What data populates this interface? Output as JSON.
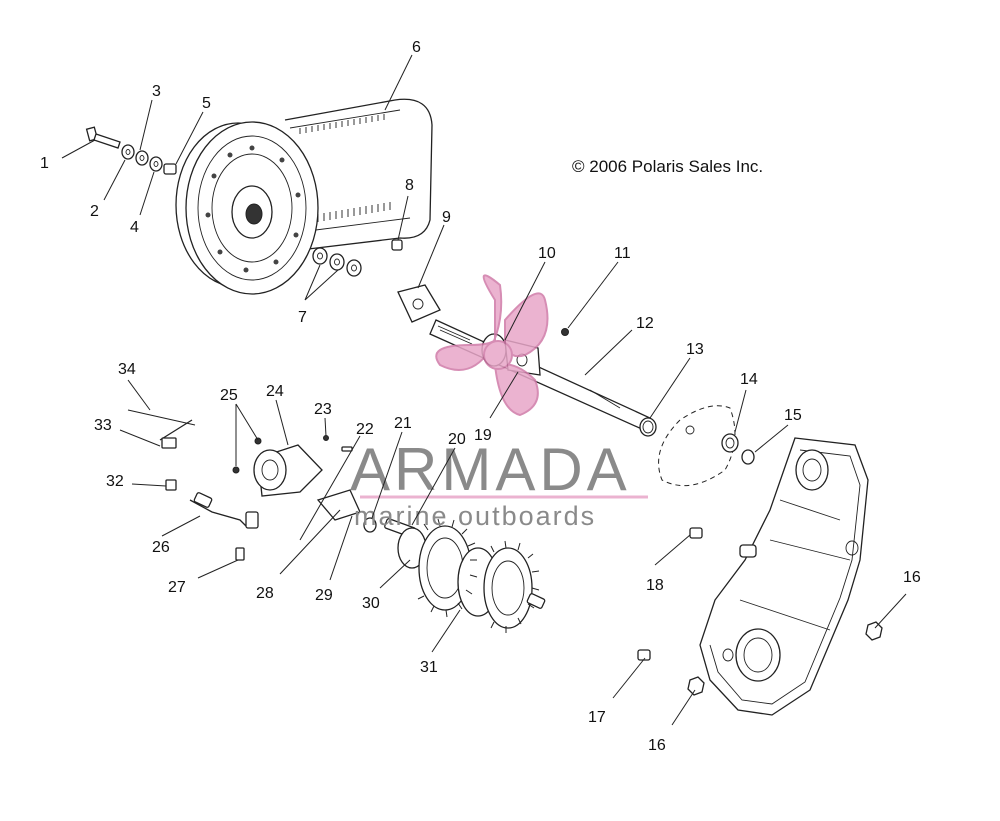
{
  "copyright": "© 2006 Polaris Sales Inc.",
  "watermark": {
    "title": "ARMADA",
    "subtitle": "marine outboards",
    "logo_color": "#e8a6c8",
    "text_color": "#8a8a8a"
  },
  "callouts": [
    "1",
    "2",
    "3",
    "4",
    "5",
    "6",
    "7",
    "8",
    "9",
    "10",
    "11",
    "12",
    "13",
    "14",
    "15",
    "16",
    "16",
    "17",
    "18",
    "19",
    "20",
    "21",
    "22",
    "23",
    "24",
    "25",
    "26",
    "27",
    "28",
    "29",
    "30",
    "31",
    "32",
    "33",
    "34"
  ]
}
